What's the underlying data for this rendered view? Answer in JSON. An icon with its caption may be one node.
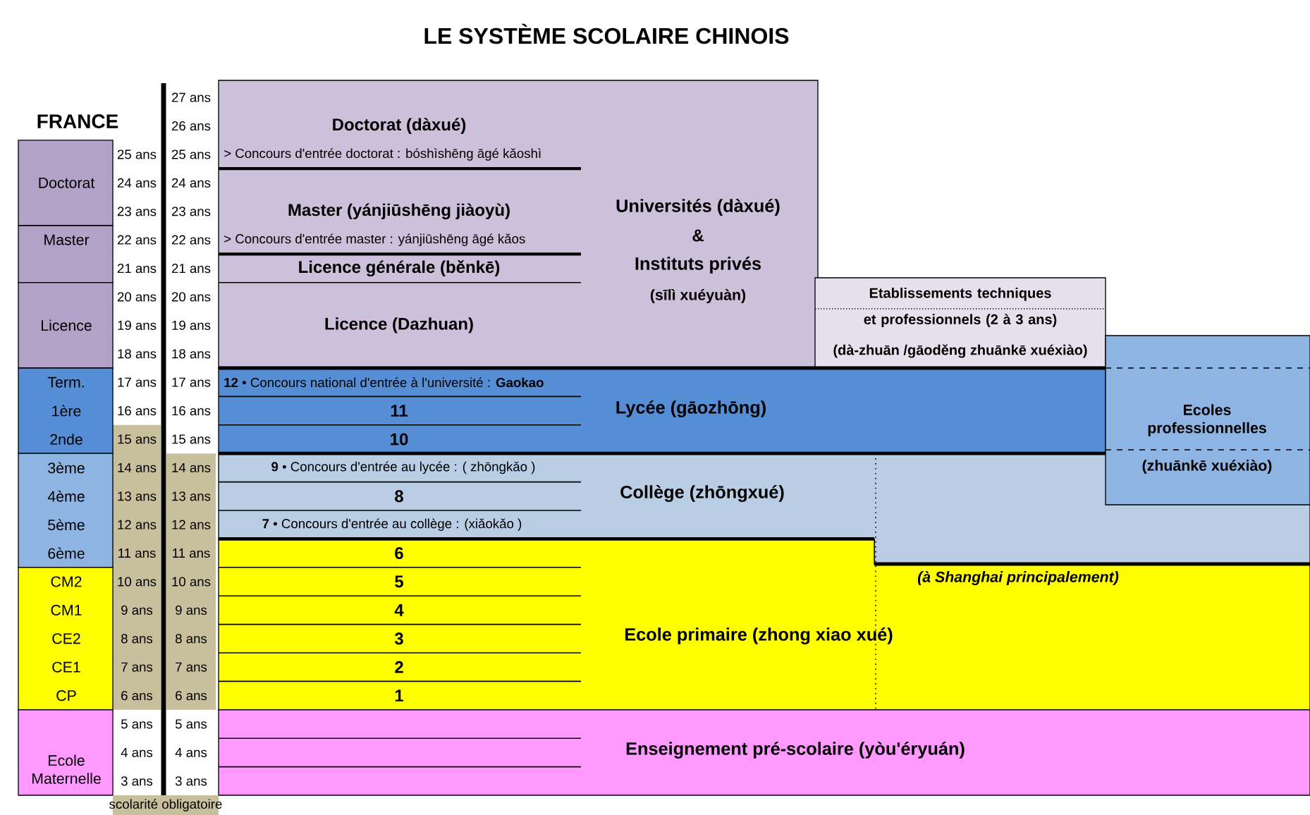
{
  "diagram": {
    "title": "LE SYSTÈME SCOLAIRE CHINOIS",
    "nodes": [
      {
        "text": [
          "Doctorat"
        ]
      },
      {
        "text": [
          "Master"
        ]
      },
      {
        "text": [
          "Licence"
        ]
      },
      {
        "text": [
          "Term.",
          "1ère",
          "2nde"
        ]
      },
      {
        "text": [
          "3ème",
          "4ème",
          "5ème",
          "6ème"
        ]
      },
      {
        "text": [
          "CM2",
          "CM1",
          "CE2",
          "CE1",
          "CP"
        ]
      },
      {
        "text": [
          "Ecole Maternelle"
        ]
      },
      {
        "text": [
          "Universités (dàxué)",
          "&",
          "Instituts privés",
          "(sīlì xuéyuàn)"
        ]
      },
      {
        "text": [
          "Doctorat (dàxué)"
        ],
        "in": 7
      },
      {
        "text": [
          "> Concours d'entrée doctorat : bóshìshēng āgé kǎoshì"
        ],
        "in": 7
      },
      {
        "text": [
          "Master (yánjiūshēng jiàoyù)"
        ],
        "in": 7
      },
      {
        "text": [
          "> Concours d'entrée master : yánjiūshēng āgé kǎos"
        ],
        "in": 7
      },
      {
        "text": [
          "Licence générale (běnkē)"
        ],
        "in": 7
      },
      {
        "text": [
          "Licence (Dazhuan)"
        ],
        "in": 7
      },
      {
        "text": [
          "Etablissements techniques et professionnels (2 à 3 ans)",
          "(dà-zhuān /gāoděng zhuānkē xuéxiào)"
        ]
      },
      {
        "text": [
          "Lycée (gāozhōng)"
        ]
      },
      {
        "text": [
          "**12** • Concours national d'entrée à l'université : **Gaokao**"
        ],
        "in": 15
      },
      {
        "text": [
          "11"
        ],
        "in": 15
      },
      {
        "text": [
          "10"
        ],
        "in": 15
      },
      {
        "text": [
          "Ecoles professionnelles",
          "(zhuānkē xuéxiào)"
        ]
      },
      {
        "text": [
          "Collège (zhōngxué)"
        ]
      },
      {
        "text": [
          "**9** • Concours d'entrée au lycée : ( zhōngkǎo )"
        ],
        "in": 20
      },
      {
        "text": [
          "8"
        ],
        "in": 20
      },
      {
        "text": [
          "**7** • Concours d'entrée au collège : (xiǎokǎo )"
        ],
        "in": 20
      },
      {
        "text": [
          "Ecole primaire (zhong xiao xué)"
        ]
      },
      {
        "text": [
          "6"
        ],
        "in": 24
      },
      {
        "text": [
          "5"
        ],
        "in": 24
      },
      {
        "text": [
          "4"
        ],
        "in": 24
      },
      {
        "text": [
          "3"
        ],
        "in": 24
      },
      {
        "text": [
          "2"
        ],
        "in": 24
      },
      {
        "text": [
          "1"
        ],
        "in": 24
      },
      {
        "text": [
          "Enseignement pré-scolaire (yòu'éryuán)"
        ]
      }
    ],
    "labels": [
      "FRANCE",
      "27 ans",
      "26 ans",
      "25 ans",
      "25 ans",
      "24 ans",
      "24 ans",
      "23 ans",
      "23 ans",
      "22 ans",
      "22 ans",
      "21 ans",
      "21 ans",
      "20 ans",
      "20 ans",
      "19 ans",
      "19 ans",
      "18 ans",
      "18 ans",
      "17 ans",
      "17 ans",
      "16 ans",
      "16 ans",
      "15 ans",
      "15 ans",
      "14 ans",
      "14 ans",
      "13 ans",
      "13 ans",
      "12 ans",
      "12 ans",
      "11 ans",
      "11 ans",
      "10 ans",
      "10 ans",
      "9 ans",
      "9 ans",
      "8 ans",
      "8 ans",
      "7 ans",
      "7 ans",
      "6 ans",
      "6 ans",
      "5 ans",
      "5 ans",
      "4 ans",
      "4 ans",
      "3 ans",
      "3 ans",
      "(à Shanghai principalement)",
      "scolarité obligatoire"
    ]
  }
}
